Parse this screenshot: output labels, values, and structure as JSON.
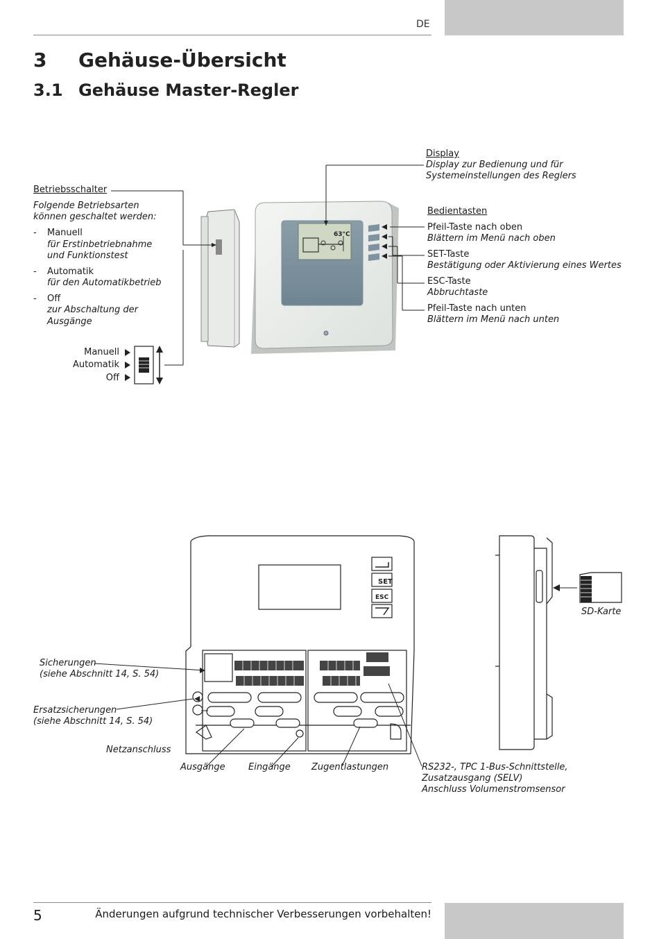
{
  "header": {
    "lang": "DE"
  },
  "section": {
    "h1_num": "3",
    "h1_title": "Gehäuse-Übersicht",
    "h2_num": "3.1",
    "h2_title": "Gehäuse Master-Regler"
  },
  "switch_info": {
    "heading": "Betriebsschalter",
    "intro_1": "Folgende Betriebsarten",
    "intro_2": "können geschaltet werden:",
    "modes": [
      {
        "dash": "-",
        "name": "Manuell",
        "desc_1": "für Erstinbetriebnahme",
        "desc_2": "und Funktionstest"
      },
      {
        "dash": "-",
        "name": "Automatik",
        "desc_1": "für den Automatikbetrieb",
        "desc_2": ""
      },
      {
        "dash": "-",
        "name": "Off",
        "desc_1": "zur Abschaltung der",
        "desc_2": "Ausgänge"
      }
    ],
    "switch_labels": [
      "Manuell",
      "Automatik",
      "Off"
    ]
  },
  "display_info": {
    "heading": "Display",
    "desc_1": "Display zur Bedienung und für",
    "desc_2": "Systemeinstellungen des Reglers",
    "screen_temp": "63°C"
  },
  "keys_info": {
    "heading": "Bedientasten",
    "keys": [
      {
        "name": "Pfeil-Taste nach oben",
        "desc": "Blättern im Menü nach oben"
      },
      {
        "name": "SET-Taste",
        "desc": "Bestätigung oder Aktivierung eines Wertes"
      },
      {
        "name": "ESC-Taste",
        "desc": "Abbruchtaste"
      },
      {
        "name": "Pfeil-Taste nach unten",
        "desc": "Blättern im Menü nach unten"
      }
    ]
  },
  "bottom_diagram": {
    "fuses_1": "Sicherungen",
    "fuses_2": "(siehe Abschnitt 14, S. 54)",
    "spare_1": "Ersatzsicherungen",
    "spare_2": "(siehe Abschnitt 14, S. 54)",
    "mains": "Netzanschluss",
    "outputs": "Ausgänge",
    "inputs": "Eingänge",
    "strain": "Zugentlastungen",
    "rs_1": "RS232-, TPC 1-Bus-Schnittstelle,",
    "rs_2": "Zusatzausgang (SELV)",
    "rs_3": "Anschluss Volumenstromsensor",
    "sd": "SD-Karte",
    "key_set": "SET",
    "key_esc": "ESC"
  },
  "footer": {
    "page": "5",
    "text": "Änderungen aufgrund technischer Verbesserungen vorbehalten!"
  }
}
